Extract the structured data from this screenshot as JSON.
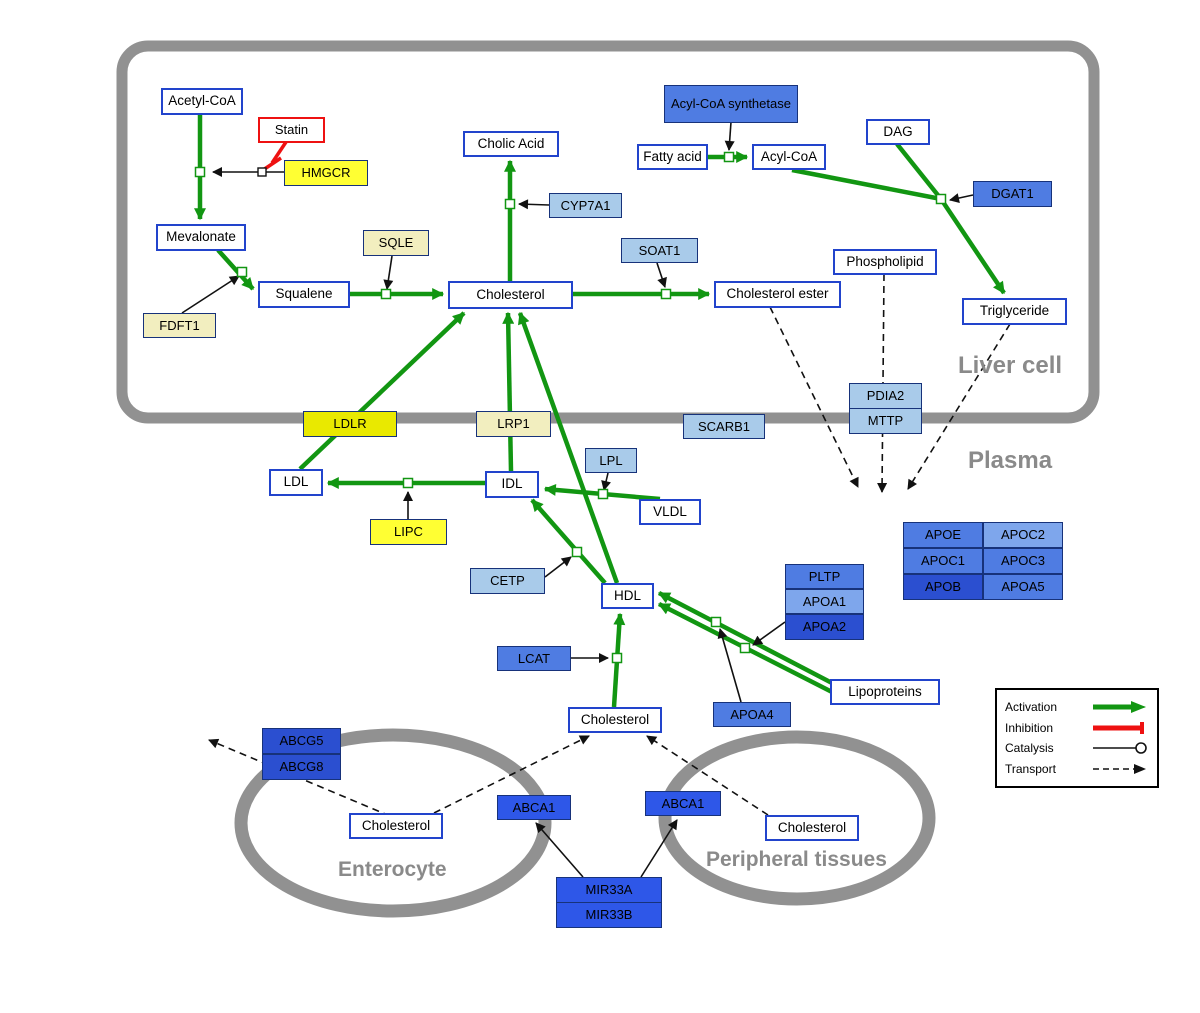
{
  "regions": {
    "liver": "Liver cell",
    "plasma": "Plasma",
    "enterocyte": "Enterocyte",
    "peripheral": "Peripheral tissues"
  },
  "legend": {
    "activation": "Activation",
    "inhibition": "Inhibition",
    "catalysis": "Catalysis",
    "transport": "Transport"
  },
  "colors": {
    "activation": "#129612",
    "inhibition": "#ee1111",
    "membrane": "#919191",
    "metab_border": "#2244cc",
    "yellow": "#ffff33",
    "gold": "#e9e900",
    "cream": "#f2eebf",
    "blue_light": "#a9cbea",
    "blue_mid": "#4f7ce2",
    "blue_mid2": "#7ea6ec",
    "blue_dark": "#2b4fd0",
    "blue_royal": "#2e57e8"
  },
  "nodes": {
    "acetyl_coa": {
      "label": "Acetyl-CoA"
    },
    "statin": {
      "label": "Statin"
    },
    "hmgcr": {
      "label": "HMGCR"
    },
    "mevalonate": {
      "label": "Mevalonate"
    },
    "fdft1": {
      "label": "FDFT1"
    },
    "squalene": {
      "label": "Squalene"
    },
    "sqle": {
      "label": "SQLE"
    },
    "cholesterol_liver": {
      "label": "Cholesterol"
    },
    "cholic_acid": {
      "label": "Cholic Acid"
    },
    "cyp7a1": {
      "label": "CYP7A1"
    },
    "soat1": {
      "label": "SOAT1"
    },
    "cholesterol_ester": {
      "label": "Cholesterol ester"
    },
    "acyl_coa_synthetase": {
      "label": "Acyl-CoA synthetase"
    },
    "fatty_acid": {
      "label": "Fatty acid"
    },
    "acyl_coa": {
      "label": "Acyl-CoA"
    },
    "dag": {
      "label": "DAG"
    },
    "dgat1": {
      "label": "DGAT1"
    },
    "phospholipid": {
      "label": "Phospholipid"
    },
    "triglyceride": {
      "label": "Triglyceride"
    },
    "ldlr": {
      "label": "LDLR"
    },
    "lrp1": {
      "label": "LRP1"
    },
    "scarb1": {
      "label": "SCARB1"
    },
    "pdia2": {
      "label": "PDIA2"
    },
    "mttp": {
      "label": "MTTP"
    },
    "ldl": {
      "label": "LDL"
    },
    "idl": {
      "label": "IDL"
    },
    "lpl": {
      "label": "LPL"
    },
    "vldl": {
      "label": "VLDL"
    },
    "lipc": {
      "label": "LIPC"
    },
    "cetp": {
      "label": "CETP"
    },
    "hdl": {
      "label": "HDL"
    },
    "pltp": {
      "label": "PLTP"
    },
    "apoa1": {
      "label": "APOA1"
    },
    "apoa2": {
      "label": "APOA2"
    },
    "apoe": {
      "label": "APOE"
    },
    "apoc2": {
      "label": "APOC2"
    },
    "apoc1": {
      "label": "APOC1"
    },
    "apoc3": {
      "label": "APOC3"
    },
    "apob": {
      "label": "APOB"
    },
    "apoa5": {
      "label": "APOA5"
    },
    "lcat": {
      "label": "LCAT"
    },
    "apoa4": {
      "label": "APOA4"
    },
    "lipoproteins": {
      "label": "Lipoproteins"
    },
    "cholesterol_plasma": {
      "label": "Cholesterol"
    },
    "abcg5": {
      "label": "ABCG5"
    },
    "abcg8": {
      "label": "ABCG8"
    },
    "cholesterol_enterocyte": {
      "label": "Cholesterol"
    },
    "abca1_enterocyte": {
      "label": "ABCA1"
    },
    "abca1_peripheral": {
      "label": "ABCA1"
    },
    "cholesterol_peripheral": {
      "label": "Cholesterol"
    },
    "mir33a": {
      "label": "MIR33A"
    },
    "mir33b": {
      "label": "MIR33B"
    }
  }
}
